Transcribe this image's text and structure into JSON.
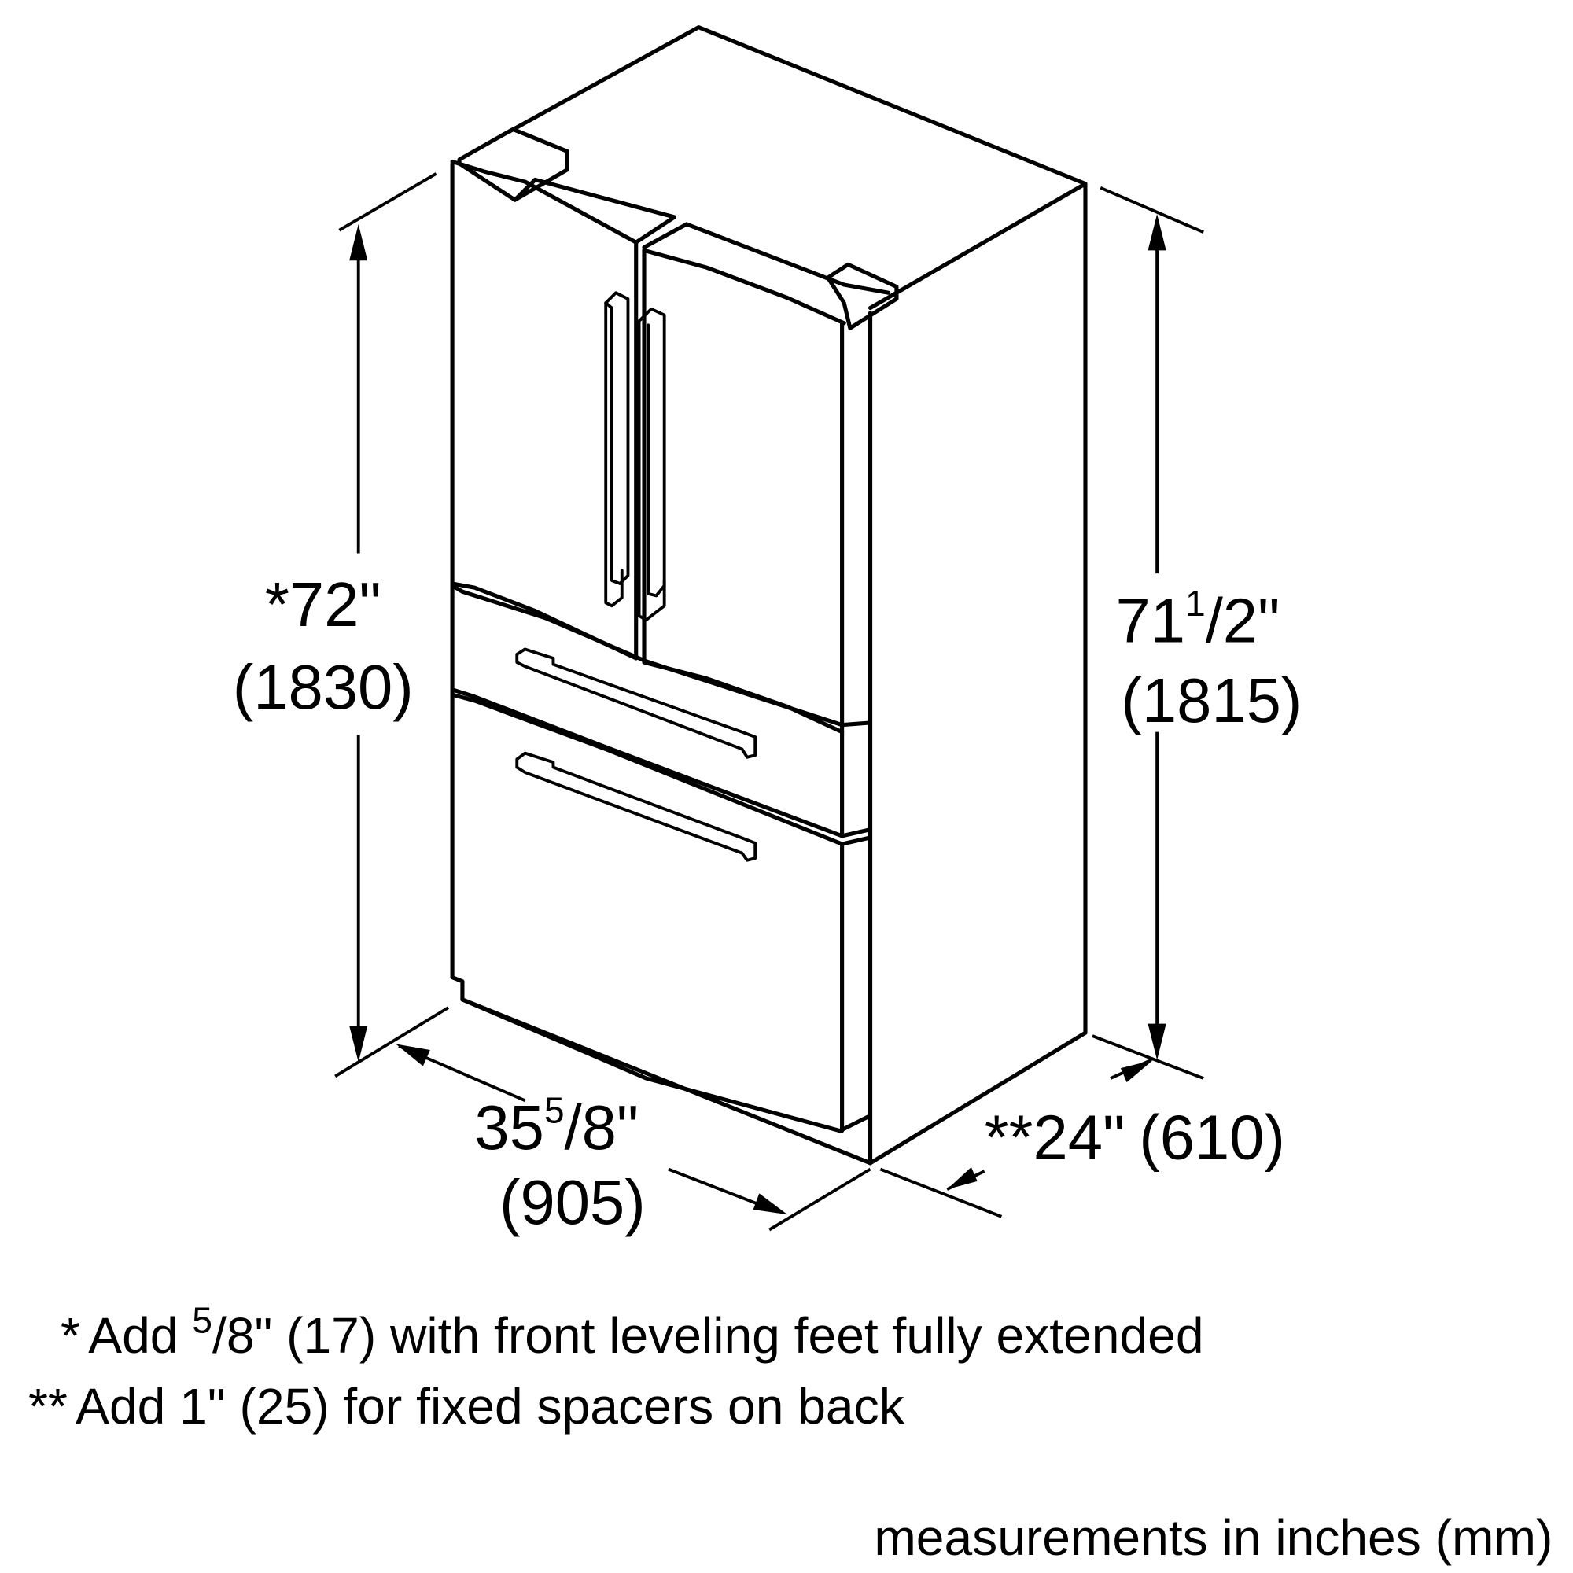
{
  "diagram": {
    "subject": "French door refrigerator isometric dimension drawing",
    "colors": {
      "line": "#000000",
      "background": "#ffffff"
    },
    "dimensions": {
      "height_with_hinge": {
        "prefix": "*",
        "whole": "72",
        "unit": "\"",
        "mm": "(1830)"
      },
      "height_cabinet": {
        "whole": "71",
        "frac_num": "1",
        "frac_den": "/2",
        "unit": "\"",
        "mm": "(1815)"
      },
      "width": {
        "whole": "35",
        "frac_num": "5",
        "frac_den": "/8",
        "unit": "\"",
        "mm": "(905)"
      },
      "depth": {
        "prefix": "**",
        "text": "24\"",
        "mm": "(610)"
      }
    },
    "notes": [
      {
        "marker": "*",
        "pre": "Add ",
        "frac_num": "5",
        "post": "/8\" (17) with front leveling feet fully extended"
      },
      {
        "marker": "**",
        "text": "Add 1\" (25) for fixed spacers on back"
      }
    ],
    "units_note": "measurements in inches (mm)"
  }
}
